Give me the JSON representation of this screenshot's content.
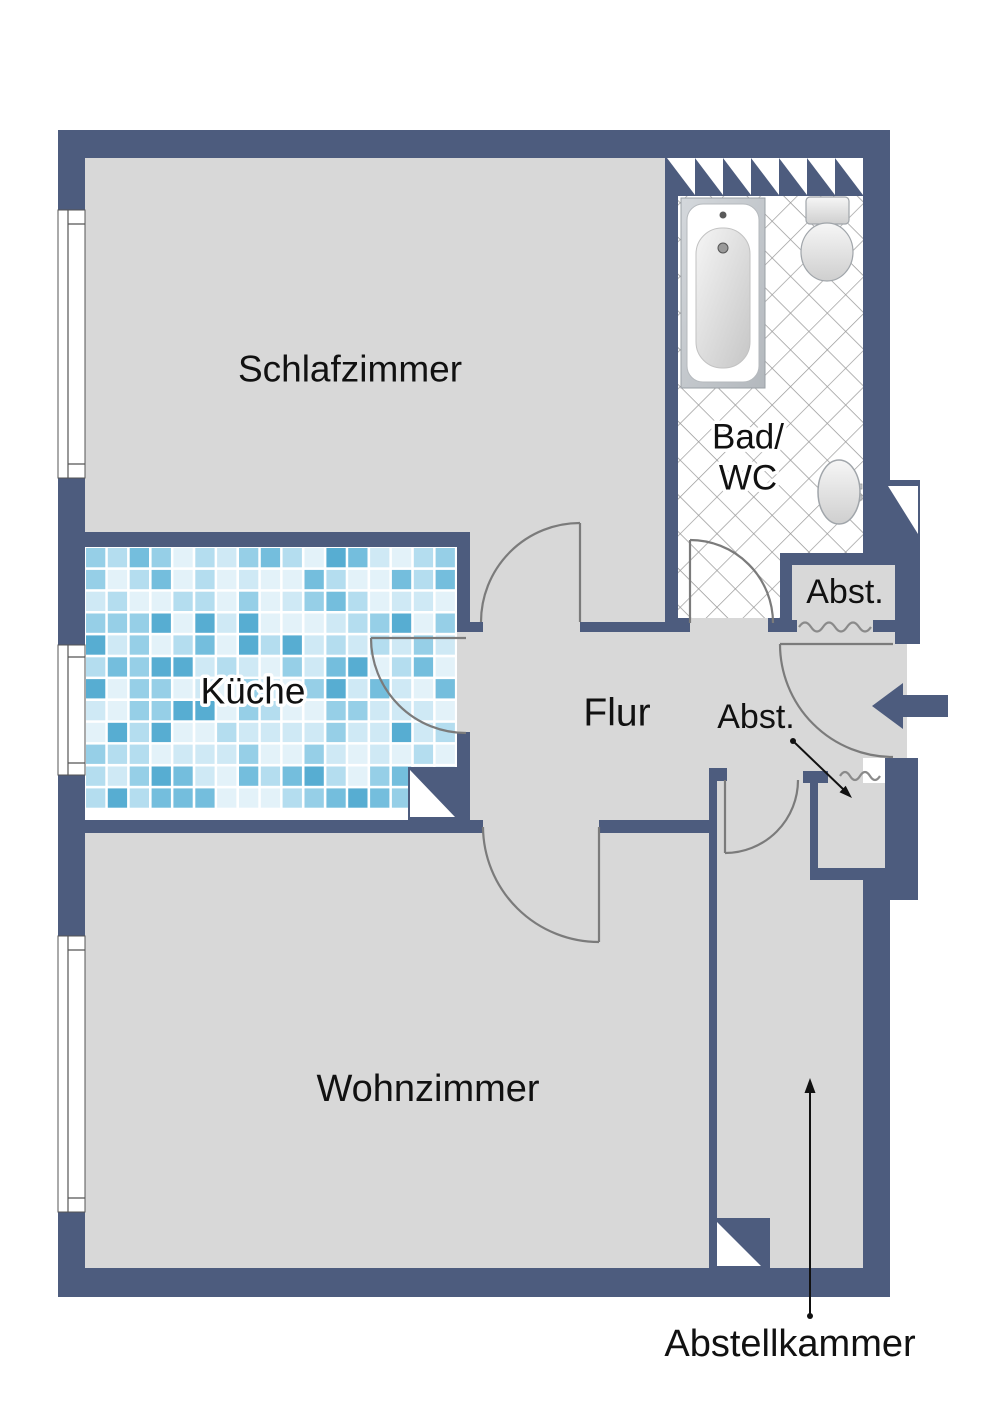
{
  "floorplan": {
    "rooms": [
      {
        "id": "schlafzimmer",
        "label": "Schlafzimmer"
      },
      {
        "id": "bad_wc",
        "label": "Bad/WC",
        "line1": "Bad/",
        "line2": "WC"
      },
      {
        "id": "kueche",
        "label": "Küche"
      },
      {
        "id": "flur",
        "label": "Flur"
      },
      {
        "id": "abst_top",
        "label": "Abst."
      },
      {
        "id": "abst_flur",
        "label": "Abst."
      },
      {
        "id": "wohnzimmer",
        "label": "Wohnzimmer"
      },
      {
        "id": "abstellkammer",
        "label": "Abstellkammer"
      }
    ],
    "fixtures": [
      {
        "name": "bathtub"
      },
      {
        "name": "toilet"
      },
      {
        "name": "washbasin"
      }
    ],
    "colors": {
      "wall": "#4d5c7e",
      "floor": "#d8d8d8",
      "lattice_line": "#9a9a9a",
      "door_arc": "#7b7b7b",
      "text": "#111111",
      "tile_gap": "#ffffff"
    },
    "kitchen_tile_palette": [
      "#e3f2f9",
      "#cfe9f5",
      "#b4ddef",
      "#96cfe7",
      "#74bedd",
      "#57add2"
    ]
  }
}
